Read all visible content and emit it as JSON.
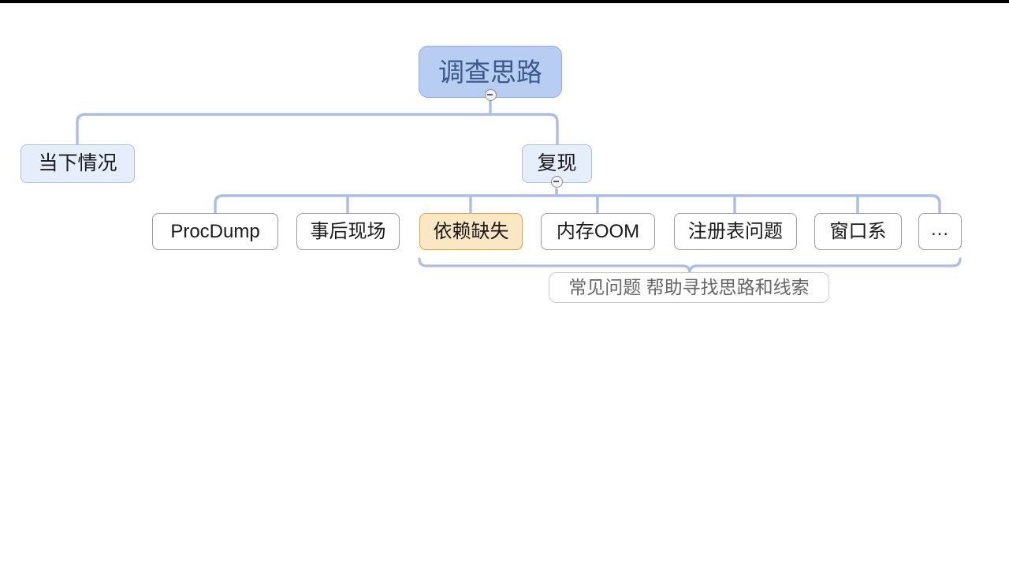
{
  "diagram": {
    "type": "mind-map",
    "title_node": "调查思路",
    "colors": {
      "root_fill": "#b8cdf2",
      "root_border": "#8fadde",
      "root_text": "#3c5a8c",
      "branch_fill": "#e6edfb",
      "branch_border": "#a9c0e6",
      "leaf_fill": "#ffffff",
      "leaf_border": "#9a9a9a",
      "highlight_fill": "#fae7c3",
      "highlight_border": "#d9a441",
      "edge": "#aabde8",
      "note_text": "#666666",
      "note_border": "#c9c9c9"
    },
    "root": {
      "label": "调查思路",
      "collapsed": false,
      "toggle_icon": "minus-circle-icon"
    },
    "branches": [
      {
        "label": "当下情况",
        "has_toggle": false
      },
      {
        "label": "复现",
        "has_toggle": true,
        "toggle_icon": "minus-circle-icon"
      }
    ],
    "leaves": [
      {
        "label": "ProcDump",
        "highlighted": false
      },
      {
        "label": "事后现场",
        "highlighted": false
      },
      {
        "label": "依赖缺失",
        "highlighted": true
      },
      {
        "label": "内存OOM",
        "highlighted": false
      },
      {
        "label": "注册表问题",
        "highlighted": false
      },
      {
        "label": "窗口系",
        "highlighted": false
      },
      {
        "label": "...",
        "highlighted": false
      }
    ],
    "annotation": {
      "label": "常见问题 帮助寻找思路和线索",
      "brace": "curly-brace-down"
    }
  }
}
